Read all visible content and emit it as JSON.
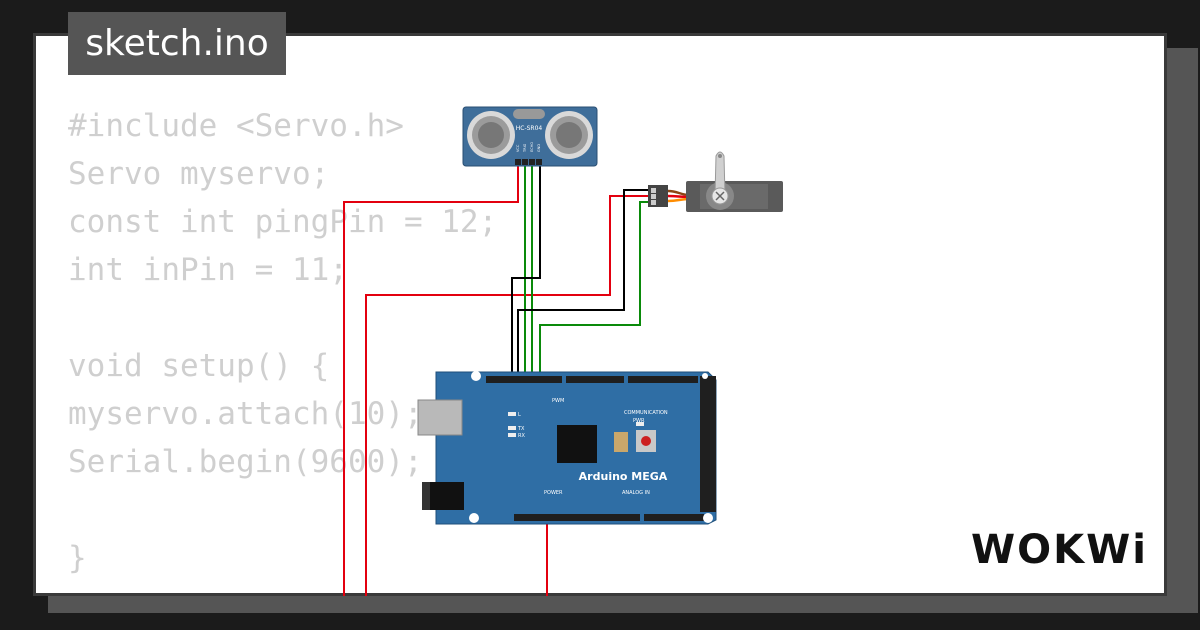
{
  "tab": {
    "title": "sketch.ino"
  },
  "code": {
    "lines": [
      "#include <Servo.h>",
      "Servo myservo;",
      "const int pingPin = 12;",
      "int inPin = 11;",
      "",
      "void setup() {",
      "myservo.attach(10);",
      "Serial.begin(9600);",
      "",
      "}"
    ]
  },
  "components": {
    "sensor_label": "HC-SR04",
    "sensor_pins": [
      "VCC",
      "TRIG",
      "ECHO",
      "GND"
    ],
    "board_label": "Arduino MEGA",
    "board_pwm": "PWM",
    "board_comm": "COMMUNICATION",
    "board_power": "POWER",
    "board_analog": "ANALOG IN",
    "board_pwr_led": "PWR",
    "board_led_l": "L",
    "board_led_tx": "TX",
    "board_led_rx": "RX"
  },
  "brand": {
    "logo": "WOKWi"
  },
  "colors": {
    "board": "#2f6ea5",
    "wire_red": "#e3000f",
    "wire_green": "#0a8a0a",
    "wire_black": "#000000",
    "code_text": "#cfcfcf"
  },
  "icons": [
    "servo-horn-icon",
    "ultrasonic-sensor-icon",
    "arduino-board-icon"
  ]
}
